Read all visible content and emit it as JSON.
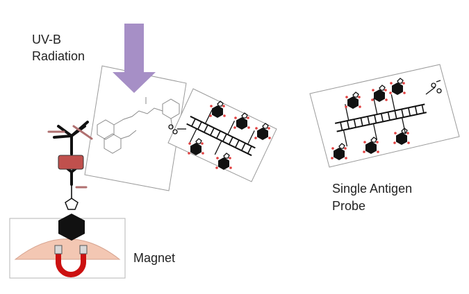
{
  "labels": {
    "uvb_line1": "UV-B",
    "uvb_line2": "Radiation",
    "probe_line1": "Single Antigen",
    "probe_line2": "Probe",
    "magnet": "Magnet"
  },
  "colors": {
    "arrow": "#a68fc6",
    "antibody_body": "#c0504d",
    "antibody_accent": "#b07070",
    "magnet_dome": "#f3c7b3",
    "magnet_red": "#cc1111",
    "ink": "#111111",
    "fluor": "#e04040",
    "card_border": "#9a9a9a"
  },
  "icons": {
    "arrow": "down-arrow-icon",
    "magnet": "horseshoe-magnet-icon",
    "antibody": "antibody-icon"
  }
}
